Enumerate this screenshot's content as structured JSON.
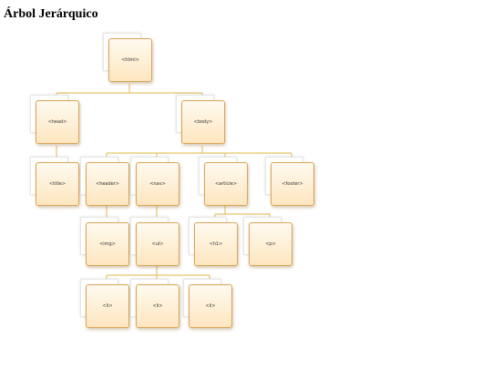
{
  "page": {
    "title": "Árbol Jerárquico"
  },
  "tree": {
    "nodes": {
      "html": "<html>",
      "head": "<head>",
      "body": "<body>",
      "title": "<title>",
      "header": "<header>",
      "nav": "<nav>",
      "article": "<article>",
      "footer": "<footer>",
      "img": "<img>",
      "ul": "<ul>",
      "h1": "<h1>",
      "p": "<p>",
      "li_1": "<li>",
      "li_2": "<li>",
      "li_3": "<li>"
    }
  },
  "colors": {
    "connector": "#e5c36b",
    "card_border": "#d9a456",
    "card_fill_top": "#fffaf0",
    "card_fill_bottom": "#fde6bf"
  }
}
